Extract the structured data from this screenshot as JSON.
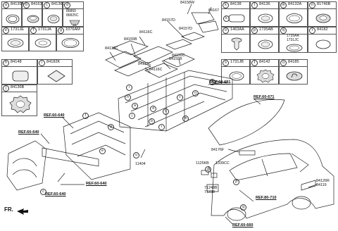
{
  "legend_left": [
    {
      "letter": "a",
      "part": "84135A"
    },
    {
      "letter": "b",
      "part": "84163"
    },
    {
      "letter": "c",
      "part": "84136C"
    },
    {
      "letter": "d",
      "part": "",
      "notes": [
        "86860",
        "86825C"
      ]
    },
    {
      "letter": "e",
      "part": "1731JE"
    },
    {
      "letter": "f",
      "part": "1731JA"
    },
    {
      "letter": "g",
      "part": "1076AM"
    },
    {
      "letter": "h",
      "part": "84148"
    },
    {
      "letter": "i",
      "part": "84182K"
    },
    {
      "letter": "j",
      "part": "84136B"
    }
  ],
  "legend_right": [
    {
      "letter": "k",
      "part": "84138"
    },
    {
      "letter": "l",
      "part": "84136"
    },
    {
      "letter": "m",
      "part": "84132A"
    },
    {
      "letter": "n",
      "part": "81746B"
    },
    {
      "letter": "o",
      "part": "1463AA"
    },
    {
      "letter": "p",
      "part": "1735AB"
    },
    {
      "letter": "q",
      "part": "",
      "notes": [
        "1735AA",
        "1731JC"
      ]
    },
    {
      "letter": "r",
      "part": "84182"
    },
    {
      "letter": "s",
      "part": "1731JB"
    },
    {
      "letter": "t",
      "part": "84142"
    },
    {
      "letter": "u",
      "part": "84185"
    }
  ],
  "part_labels": [
    "84158W",
    "84167",
    "84157D",
    "84157D",
    "84116C",
    "84155B",
    "84116C",
    "84113C",
    "84155B",
    "84113C",
    "84116C",
    "84176F",
    "1125KB",
    "1339CC",
    "71248B",
    "71238",
    "84126R",
    "84119",
    "11404"
  ],
  "references": [
    "REF.60-651",
    "REF.60-671",
    "REF.60-640",
    "REF.60-640",
    "REF.60-640",
    "REF.60-640",
    "REF.80-710",
    "REF.60-660"
  ],
  "front_label": "FR.",
  "callouts": [
    "a",
    "b",
    "c",
    "d",
    "e",
    "f",
    "g",
    "h",
    "i",
    "j",
    "k",
    "l",
    "m",
    "n",
    "o",
    "p",
    "q",
    "r",
    "s",
    "t",
    "u"
  ]
}
